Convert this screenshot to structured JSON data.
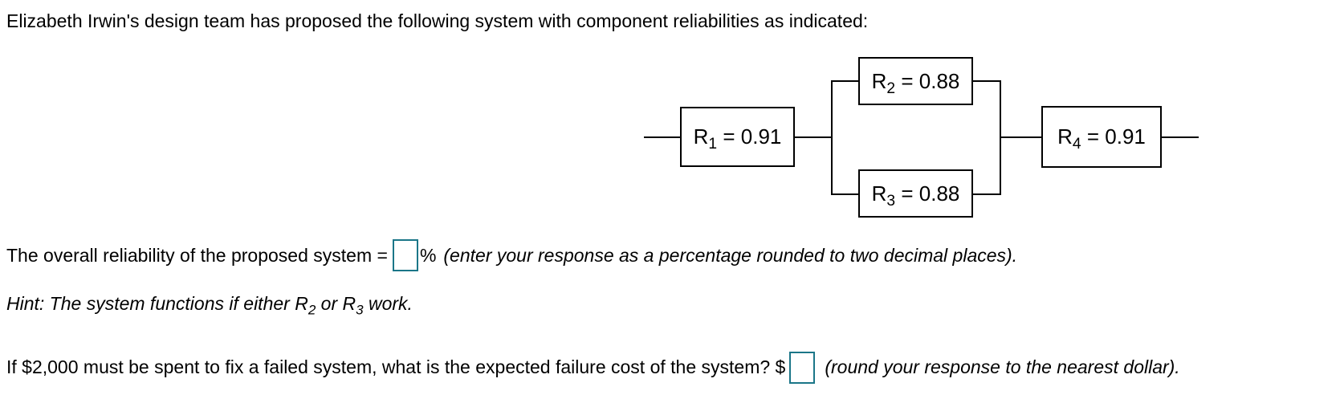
{
  "intro_line": "Elizabeth Irwin's design team has proposed the following system with component reliabilities as indicated:",
  "diagram": {
    "r1": {
      "base": "R",
      "sub": "1",
      "rest": " = 0.91"
    },
    "r2": {
      "base": "R",
      "sub": "2",
      "rest": " = 0.88"
    },
    "r3": {
      "base": "R",
      "sub": "3",
      "rest": " = 0.88"
    },
    "r4": {
      "base": "R",
      "sub": "4",
      "rest": " = 0.91"
    }
  },
  "reliability_line": {
    "prompt": "The overall reliability of the proposed system =",
    "input_value": "",
    "percent_sign": "%",
    "instruction": "(enter your response as a percentage rounded to two decimal places)."
  },
  "hint_line": {
    "prefix": "Hint: The system functions if either R",
    "sub_a": "2",
    "mid": " or R",
    "sub_b": "3",
    "suffix": " work."
  },
  "cost_line": {
    "prompt": "If $2,000 must be spent to fix a failed system, what is the expected failure cost of the system? $",
    "input_value": "",
    "instruction": "(round your response to the nearest dollar)."
  },
  "colors": {
    "input_border": "#1b7688",
    "diagram_line": "#000000",
    "text": "#000000",
    "background": "#ffffff"
  }
}
